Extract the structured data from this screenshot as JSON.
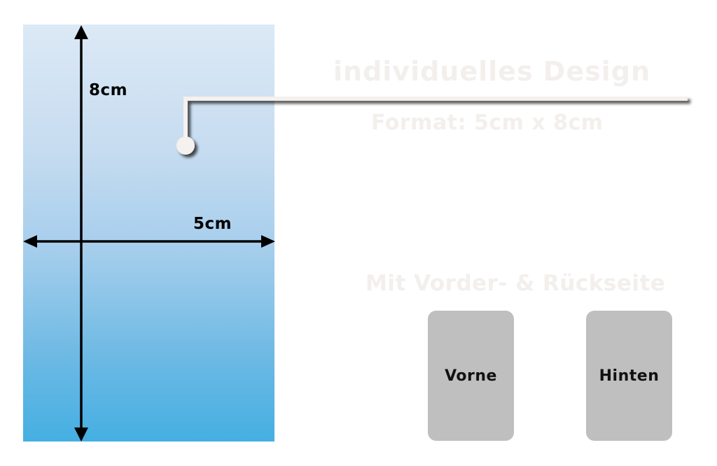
{
  "product": {
    "title": "individuelles Design",
    "format_label": "Format: 5cm x 8cm",
    "sides_label": "Mit Vorder- & Rückseite"
  },
  "dimensions": {
    "height_label": "8cm",
    "width_label": "5cm"
  },
  "sides": [
    {
      "label": "Vorne"
    },
    {
      "label": "Hinten"
    }
  ],
  "colors": {
    "card_top": "#dce9f6",
    "card_bottom": "#45afe2",
    "faded_text": "#f3efec",
    "side_button": "#bfbfbf"
  }
}
